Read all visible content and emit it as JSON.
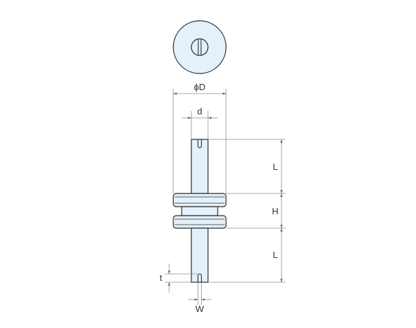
{
  "drawing": {
    "labels": {
      "outer_diameter": "ϕD",
      "shaft_diameter": "d",
      "length_top": "L",
      "height": "H",
      "length_bottom": "L",
      "slot_depth": "t",
      "slot_width": "W"
    }
  },
  "colors": {
    "part_fill": "#e4f0fa",
    "part_stroke": "#2b2b2b",
    "dimension_line": "#8c8c8c"
  }
}
